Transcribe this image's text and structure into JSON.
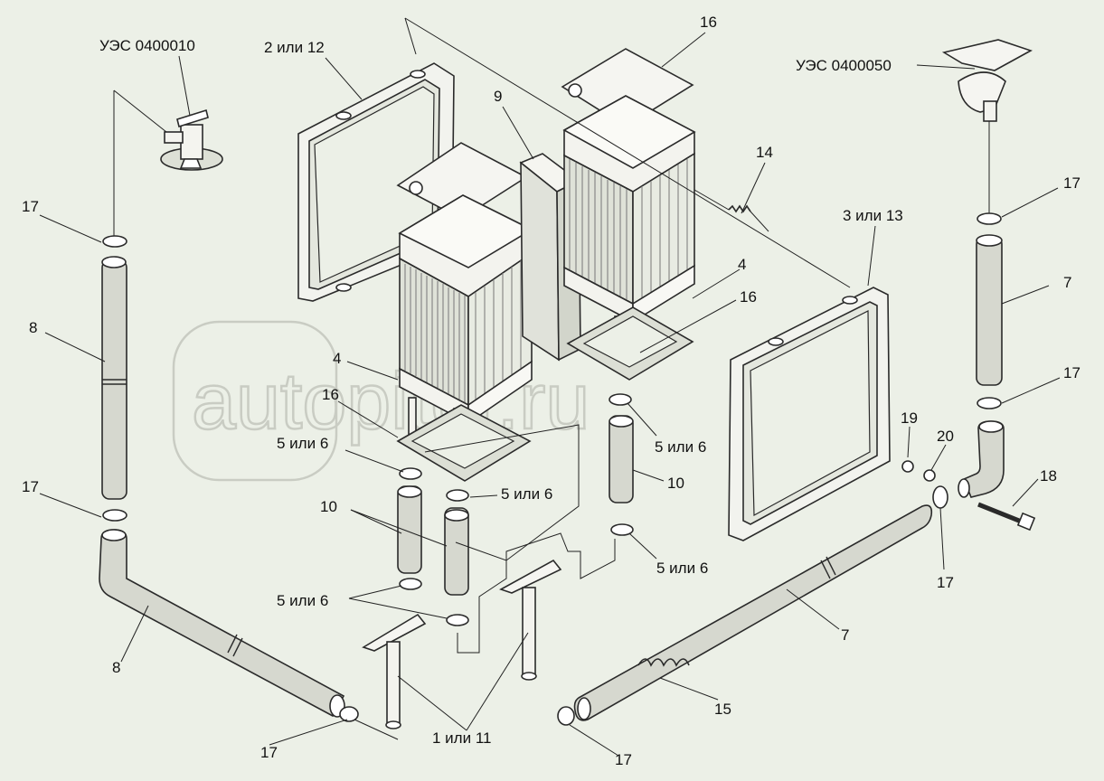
{
  "watermark": {
    "text": "autopiter.ru"
  },
  "labels": {
    "ues_0400010": "УЭС 0400010",
    "l_2_or_12": "2 или 12",
    "l_16_top": "16",
    "ues_0400050": "УЭС 0400050",
    "l_9": "9",
    "l_14": "14",
    "l_17_left_top": "17",
    "l_17_right_top": "17",
    "l_3_or_13": "3 или 13",
    "l_4_right": "4",
    "l_7_right": "7",
    "l_16_right": "16",
    "l_8_upper": "8",
    "l_4_left": "4",
    "l_16_left": "16",
    "l_17_right_mid": "17",
    "l_19": "19",
    "l_5or6_center": "5 или 6",
    "l_20": "20",
    "l_5or6_left_upper": "5 или 6",
    "l_18": "18",
    "l_10_right": "10",
    "l_17_left_mid": "17",
    "l_5or6_mid": "5 или 6",
    "l_10_left": "10",
    "l_17_right_low": "17",
    "l_5or6_right_low": "5 или 6",
    "l_5or6_left_low": "5 или 6",
    "l_7_bottom": "7",
    "l_8_lower": "8",
    "l_15": "15",
    "l_17_bottom_left": "17",
    "l_1_or_11": "1 или 11",
    "l_17_bottom_center": "17"
  }
}
